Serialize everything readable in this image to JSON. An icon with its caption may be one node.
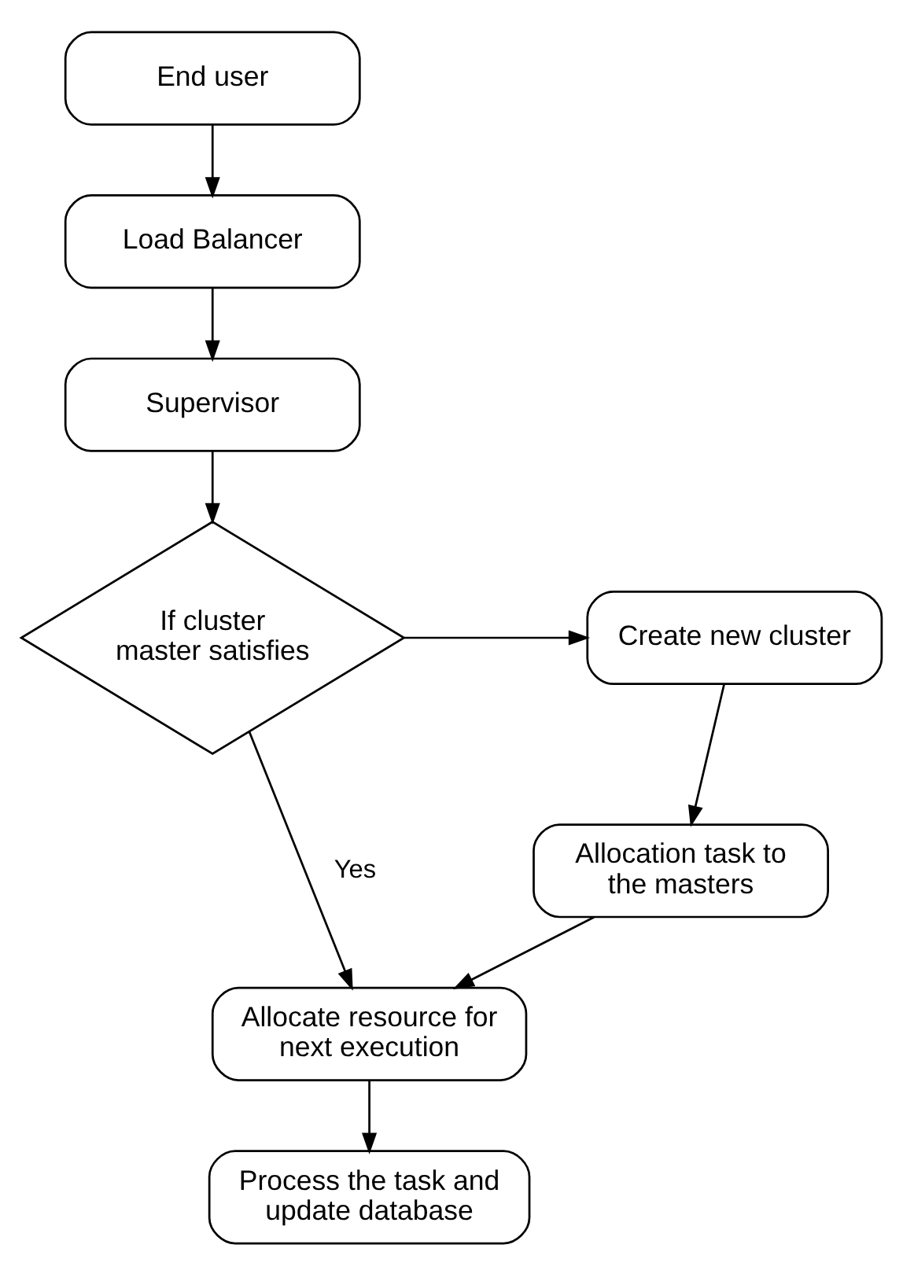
{
  "diagram": {
    "nodes": [
      {
        "text": [
          "End user"
        ]
      },
      {
        "text": [
          "Load Balancer"
        ]
      },
      {
        "text": [
          "Supervisor"
        ]
      },
      {
        "text": [
          "If cluster master satisfies"
        ]
      },
      {
        "text": [
          "Create new cluster"
        ]
      },
      {
        "text": [
          "Allocation task to the masters"
        ]
      },
      {
        "text": [
          "Allocate resource for next execution"
        ]
      },
      {
        "text": [
          "Process the task and update database"
        ]
      }
    ],
    "edges": [
      {
        "from": 0,
        "to": 1,
        "arrow": "to"
      },
      {
        "from": 1,
        "to": 2,
        "arrow": "to"
      },
      {
        "from": 2,
        "to": 3,
        "arrow": "to"
      },
      {
        "from": 3,
        "to": 4,
        "arrow": "to"
      },
      {
        "from": 4,
        "to": 5,
        "arrow": "to"
      },
      {
        "from": 3,
        "to": 6,
        "arrow": "to",
        "label": "Yes"
      },
      {
        "from": 5,
        "to": 6,
        "arrow": "to"
      },
      {
        "from": 6,
        "to": 7,
        "arrow": "to"
      }
    ]
  }
}
